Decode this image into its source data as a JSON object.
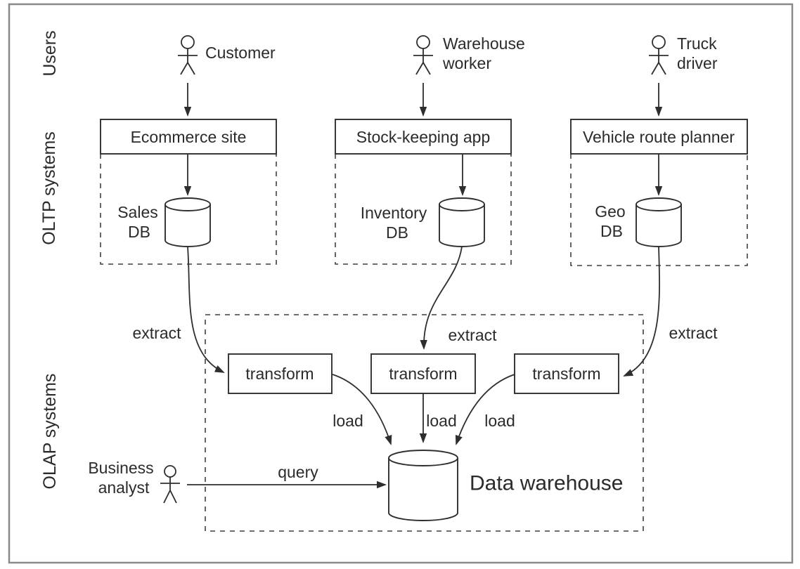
{
  "diagram": {
    "row_labels": {
      "users": "Users",
      "oltp": "OLTP systems",
      "olap": "OLAP systems"
    },
    "actors": {
      "customer": {
        "label": "Customer"
      },
      "warehouse_worker": {
        "line1": "Warehouse",
        "line2": "worker"
      },
      "truck_driver": {
        "line1": "Truck",
        "line2": "driver"
      },
      "business_analyst": {
        "line1": "Business",
        "line2": "analyst"
      }
    },
    "apps": {
      "ecommerce": "Ecommerce site",
      "stock_keeping": "Stock-keeping app",
      "route_planner": "Vehicle route planner"
    },
    "databases": {
      "sales": {
        "line1": "Sales",
        "line2": "DB"
      },
      "inventory": {
        "line1": "Inventory",
        "line2": "DB"
      },
      "geo": {
        "line1": "Geo",
        "line2": "DB"
      },
      "warehouse": {
        "label": "Data warehouse"
      }
    },
    "process_boxes": {
      "transform1": "transform",
      "transform2": "transform",
      "transform3": "transform"
    },
    "edge_labels": {
      "extract1": "extract",
      "extract2": "extract",
      "extract3": "extract",
      "load1": "load",
      "load2": "load",
      "load3": "load",
      "query": "query"
    },
    "colors": {
      "stroke": "#2e2e2e",
      "stroke_dash": "#3f3f3f",
      "text": "#2b2b2b",
      "frame": "#8a8a8a",
      "background": "#ffffff"
    }
  }
}
